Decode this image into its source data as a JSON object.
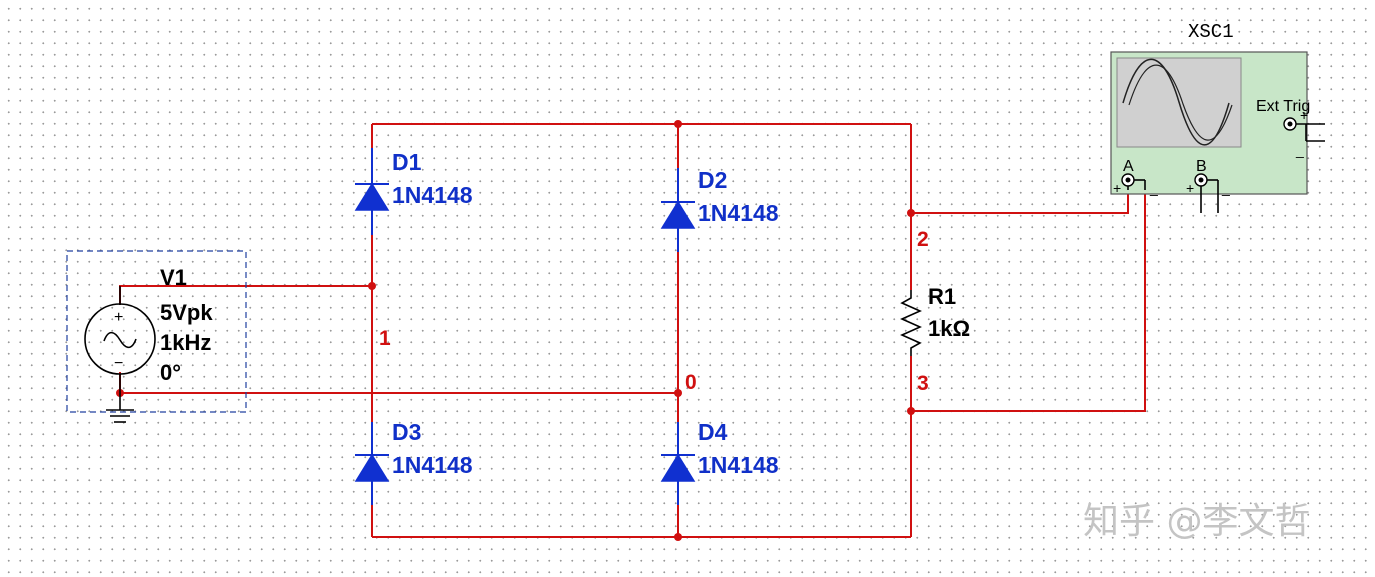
{
  "source": {
    "name": "V1",
    "amplitude": "5Vpk",
    "frequency": "1kHz",
    "phase": "0°",
    "plus": "+",
    "minus": "−"
  },
  "diodes": [
    {
      "ref": "D1",
      "part": "1N4148"
    },
    {
      "ref": "D2",
      "part": "1N4148"
    },
    {
      "ref": "D3",
      "part": "1N4148"
    },
    {
      "ref": "D4",
      "part": "1N4148"
    }
  ],
  "resistor": {
    "ref": "R1",
    "value": "1kΩ"
  },
  "nets": {
    "n1": "1",
    "n0": "0",
    "n2": "2",
    "n3": "3"
  },
  "scope": {
    "ref": "XSC1",
    "ext_trig": "Ext Trig",
    "ch_a": "A",
    "ch_b": "B",
    "plus": "+",
    "minus": "_"
  },
  "watermark": "知乎 @李文哲",
  "colors": {
    "wire": "#d01010",
    "component": "#1030d0",
    "scope_body": "#c8e6c8",
    "scope_screen": "#d0d0d0"
  }
}
